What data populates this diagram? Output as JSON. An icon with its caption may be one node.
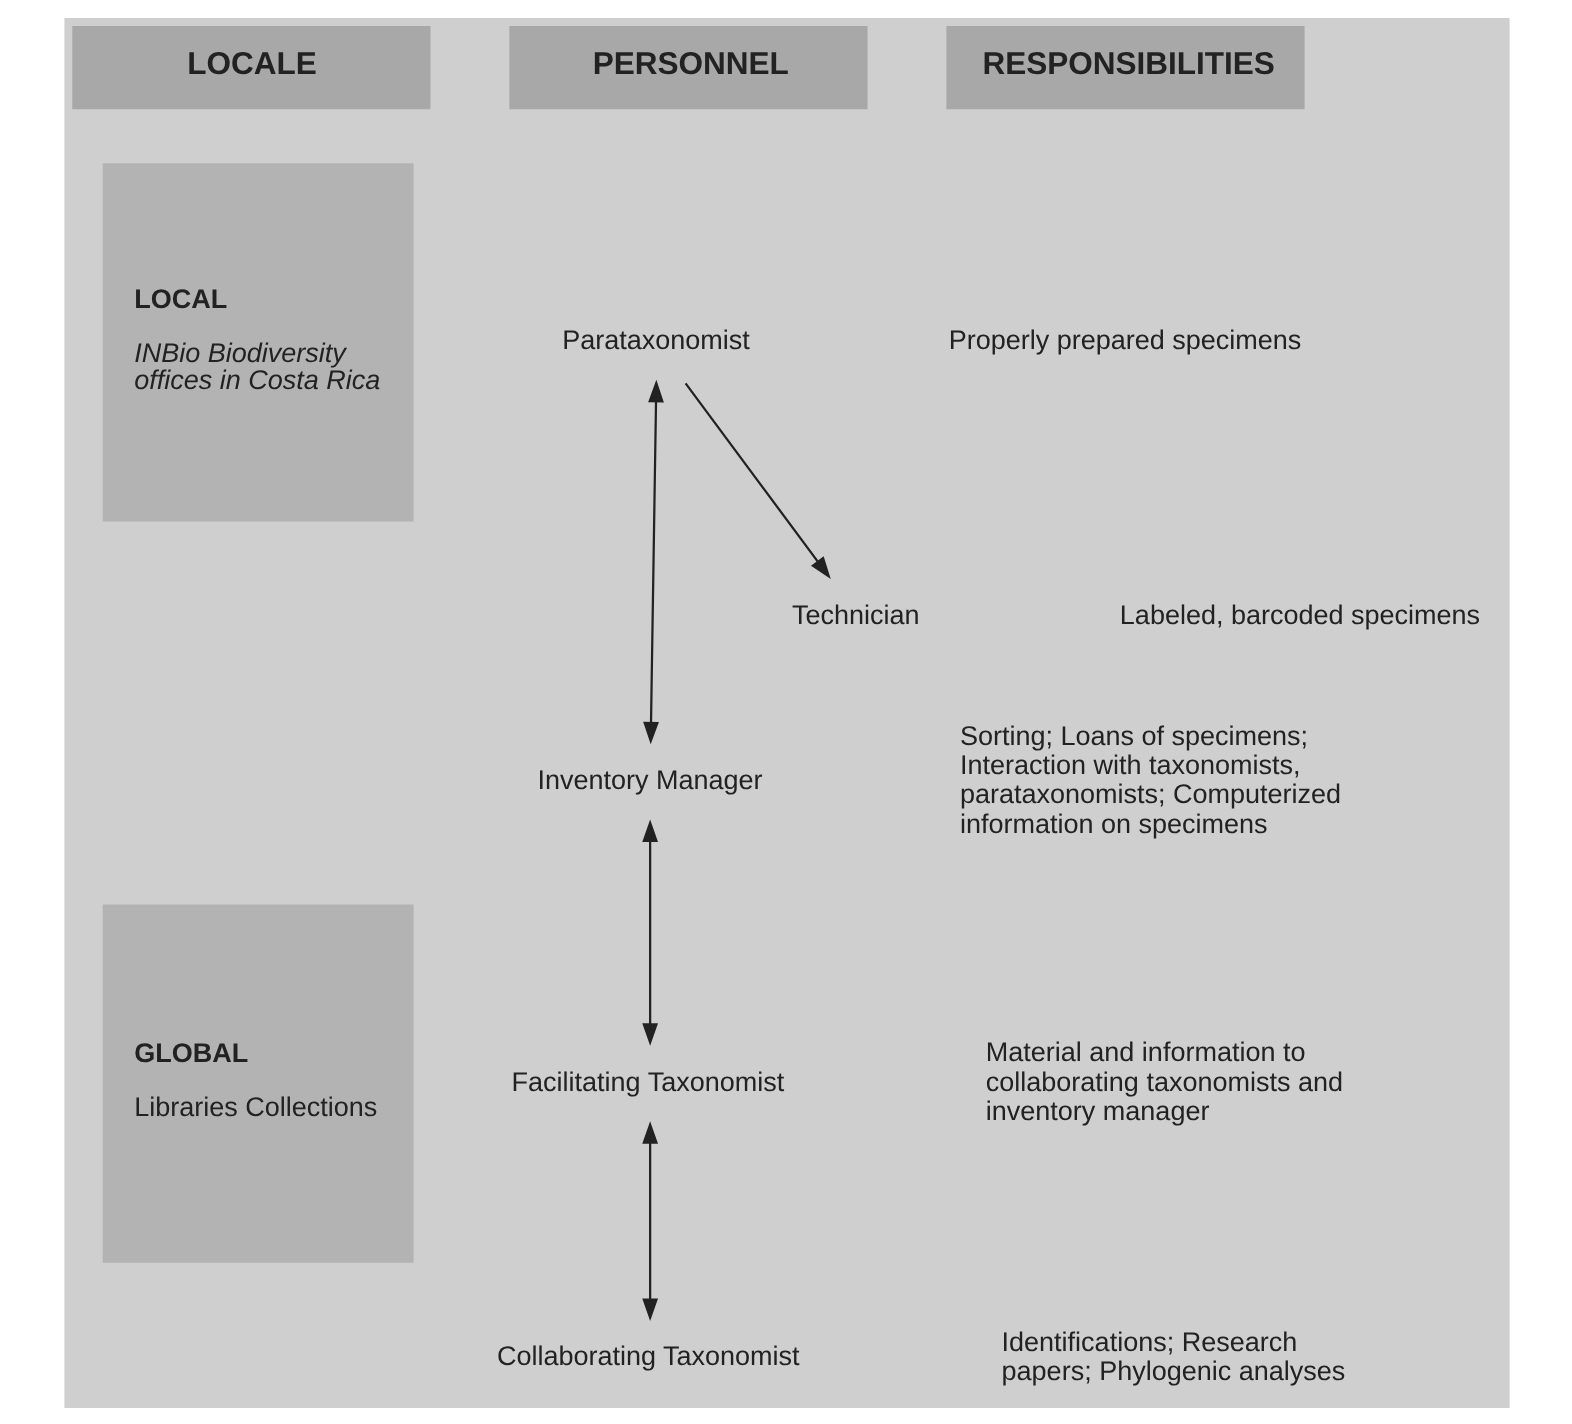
{
  "diagram": {
    "nodes": [
      {
        "text": [
          "LOCAL",
          "INBio Biodiversity offices in Costa Rica"
        ]
      },
      {
        "text": [
          "GLOBAL",
          "Libraries Collections"
        ]
      },
      {
        "text": [
          "Parataxonomist"
        ]
      },
      {
        "text": [
          "Technician"
        ]
      },
      {
        "text": [
          "Inventory Manager"
        ]
      },
      {
        "text": [
          "Facilitating Taxonomist"
        ]
      },
      {
        "text": [
          "Collaborating Taxonomist"
        ]
      }
    ],
    "edges": [
      {
        "from": 2,
        "to": 4,
        "arrow": "both"
      },
      {
        "from": 2,
        "to": 3,
        "arrow": "to"
      },
      {
        "from": 4,
        "to": 5,
        "arrow": "both"
      },
      {
        "from": 5,
        "to": 6,
        "arrow": "both"
      }
    ],
    "labels": [
      "LOCALE",
      "PERSONNEL",
      "RESPONSIBILITIES",
      "Properly prepared specimens",
      "Labeled, barcoded specimens",
      "Sorting; Loans of specimens; Interaction with taxonomists, parataxonomists; Computerized information on specimens",
      "Material and information to collaborating taxonomists and inventory manager",
      "Identifications; Research papers; Phylogenic analyses"
    ]
  }
}
